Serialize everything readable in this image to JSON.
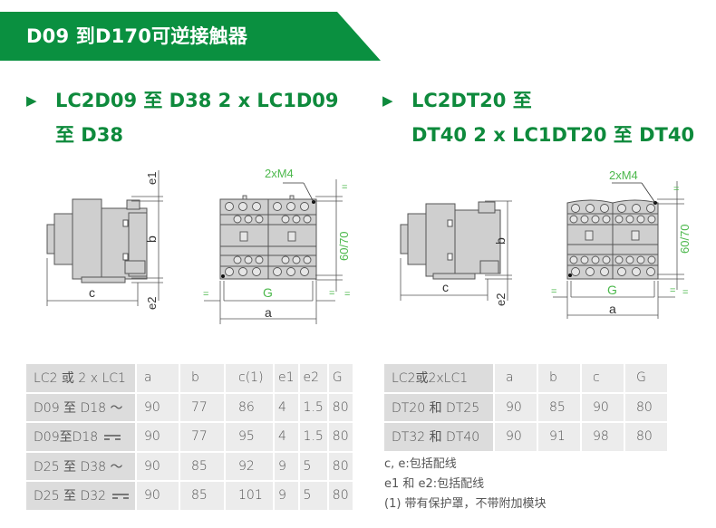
{
  "banner": {
    "title": "D09 到D170可逆接触器",
    "color": "#0a9040"
  },
  "left_section": {
    "heading_line1": "LC2D09 至 D38 2 x LC1D09",
    "heading_line2": "至 D38",
    "diagram_side": {
      "labels": {
        "e1": "e1",
        "b": "b",
        "c": "c",
        "e2": "e2"
      }
    },
    "diagram_front": {
      "labels": {
        "mount": "2xM4",
        "height": "60/70",
        "G": "G",
        "a": "a",
        "eq": "="
      }
    },
    "table": {
      "headers": [
        "LC2 或 2 x LC1",
        "a",
        "b",
        "c(1)",
        "e1",
        "e2",
        "G"
      ],
      "rows": [
        {
          "model": "D09 至 D18",
          "current": "ac",
          "symbol": "～",
          "values": [
            "90",
            "77",
            "86",
            "4",
            "1.5",
            "80"
          ]
        },
        {
          "model": "D09至D18",
          "current": "dc",
          "symbol": "",
          "values": [
            "90",
            "77",
            "95",
            "4",
            "1.5",
            "80"
          ]
        },
        {
          "model": "D25 至 D38",
          "current": "ac",
          "symbol": "～",
          "values": [
            "90",
            "85",
            "92",
            "9",
            "5",
            "80"
          ]
        },
        {
          "model": "D25 至 D32",
          "current": "dc",
          "symbol": "",
          "values": [
            "90",
            "85",
            "101",
            "9",
            "5",
            "80"
          ]
        }
      ]
    }
  },
  "right_section": {
    "heading_line1": "LC2DT20 至",
    "heading_line2": "DT40 2 x LC1DT20 至 DT40",
    "diagram_side": {
      "labels": {
        "b": "b",
        "c": "c",
        "e2": "e2"
      }
    },
    "diagram_front": {
      "labels": {
        "mount": "2xM4",
        "height": "60/70",
        "G": "G",
        "a": "a",
        "eq": "="
      }
    },
    "table": {
      "headers": [
        "LC2或2xLC1",
        "a",
        "b",
        "c",
        "G"
      ],
      "rows": [
        {
          "model": "DT20 和 DT25",
          "values": [
            "90",
            "85",
            "90",
            "80"
          ]
        },
        {
          "model": "DT32 和 DT40",
          "values": [
            "90",
            "91",
            "98",
            "80"
          ]
        }
      ]
    },
    "notes": [
      "c, e:包括配线",
      "e1 和 e2:包括配线",
      "(1) 带有保护罩，不带附加模块"
    ]
  },
  "colors": {
    "heading_green": "#0e8a3c",
    "dim_green": "#4cb84c",
    "cell_bg": "#ececec",
    "first_col_bg": "#dcdcdc"
  }
}
